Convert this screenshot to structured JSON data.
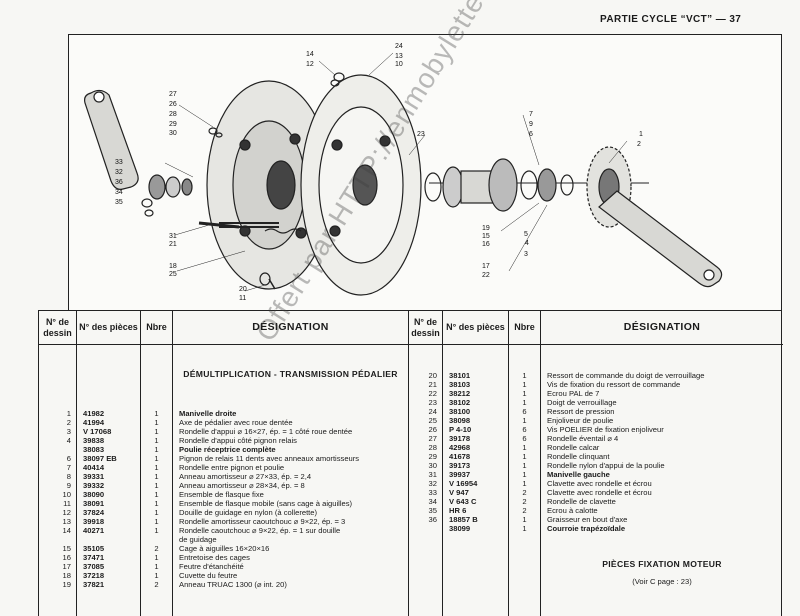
{
  "page_header": "PARTIE CYCLE “VCT” — 37",
  "table": {
    "headers": {
      "dessin": "N° de dessin",
      "pieces": "N° des pièces",
      "nbre": "Nbre",
      "designation": "DÉSIGNATION"
    },
    "left_section_title": "DÉMULTIPLICATION - TRANSMISSION PÉDALIER",
    "left_rows": [
      {
        "ref": "1",
        "num": "41982",
        "qty": "1",
        "des": "Manivelle droite",
        "bold": true
      },
      {
        "ref": "2",
        "num": "41994",
        "qty": "1",
        "des": "Axe de pédalier avec roue dentée"
      },
      {
        "ref": "3",
        "num": "V 17068",
        "qty": "1",
        "des": "Rondelle d'appui ⌀ 16×27, ép. = 1 côté roue dentée"
      },
      {
        "ref": "4",
        "num": "39838",
        "qty": "1",
        "des": "Rondelle d'appui côté pignon relais"
      },
      {
        "ref": "",
        "num": "38083",
        "qty": "1",
        "des": "Poulie réceptrice complète",
        "bold": true
      },
      {
        "ref": "6",
        "num": "38097 EB",
        "qty": "1",
        "des": "Pignon de relais 11 dents avec anneaux amortisseurs"
      },
      {
        "ref": "7",
        "num": "40414",
        "qty": "1",
        "des": "Rondelle entre pignon et poulie"
      },
      {
        "ref": "8",
        "num": "39331",
        "qty": "1",
        "des": "Anneau amortisseur ⌀ 27×33, ép. = 2,4"
      },
      {
        "ref": "9",
        "num": "39332",
        "qty": "1",
        "des": "Anneau amortisseur ⌀ 28×34, ép. = 8"
      },
      {
        "ref": "10",
        "num": "38090",
        "qty": "1",
        "des": "Ensemble de flasque fixe"
      },
      {
        "ref": "11",
        "num": "38091",
        "qty": "1",
        "des": "Ensemble de flasque mobile (sans cage à aiguilles)"
      },
      {
        "ref": "12",
        "num": "37824",
        "qty": "1",
        "des": "Douille de guidage en nylon (à collerette)"
      },
      {
        "ref": "13",
        "num": "39918",
        "qty": "1",
        "des": "Rondelle amortisseur caoutchouc ⌀ 9×22, ép. = 3"
      },
      {
        "ref": "14",
        "num": "40271",
        "qty": "1",
        "des": "Rondelle caoutchouc ⌀ 9×22, ép. = 1 sur douille"
      },
      {
        "ref": "",
        "num": "",
        "qty": "",
        "des": "de guidage"
      },
      {
        "ref": "15",
        "num": "35105",
        "qty": "2",
        "des": "Cage à aiguilles 16×20×16"
      },
      {
        "ref": "16",
        "num": "37471",
        "qty": "1",
        "des": "Entretoise des cages"
      },
      {
        "ref": "17",
        "num": "37085",
        "qty": "1",
        "des": "Feutre d'étanchéité"
      },
      {
        "ref": "18",
        "num": "37218",
        "qty": "1",
        "des": "Cuvette du feutre"
      },
      {
        "ref": "19",
        "num": "37821",
        "qty": "2",
        "des": "Anneau TRUAC 1300 (⌀ int. 20)"
      }
    ],
    "right_rows": [
      {
        "ref": "20",
        "num": "38101",
        "qty": "1",
        "des": "Ressort de commande du doigt de verrouillage"
      },
      {
        "ref": "21",
        "num": "38103",
        "qty": "1",
        "des": "Vis de fixation du ressort de commande"
      },
      {
        "ref": "22",
        "num": "38212",
        "qty": "1",
        "des": "Ecrou PAL de 7"
      },
      {
        "ref": "23",
        "num": "38102",
        "qty": "1",
        "des": "Doigt de verrouillage"
      },
      {
        "ref": "24",
        "num": "38100",
        "qty": "6",
        "des": "Ressort de pression"
      },
      {
        "ref": "25",
        "num": "38098",
        "qty": "1",
        "des": "Enjoliveur de poulie"
      },
      {
        "ref": "26",
        "num": "P 4-10",
        "qty": "6",
        "des": "Vis POELIER de fixation enjoliveur"
      },
      {
        "ref": "27",
        "num": "39178",
        "qty": "6",
        "des": "Rondelle éventail ⌀ 4"
      },
      {
        "ref": "28",
        "num": "42968",
        "qty": "1",
        "des": "Rondelle calcar"
      },
      {
        "ref": "29",
        "num": "41678",
        "qty": "1",
        "des": "Rondelle clinquant"
      },
      {
        "ref": "30",
        "num": "39173",
        "qty": "1",
        "des": "Rondelle nylon d'appui de la poulie"
      },
      {
        "ref": "31",
        "num": "39937",
        "qty": "1",
        "des": "Manivelle gauche",
        "bold": true
      },
      {
        "ref": "32",
        "num": "V 16954",
        "qty": "1",
        "des": "Clavette avec rondelle et écrou"
      },
      {
        "ref": "33",
        "num": "V 947",
        "qty": "2",
        "des": "Clavette avec rondelle et écrou"
      },
      {
        "ref": "34",
        "num": "V 643 C",
        "qty": "2",
        "des": "Rondelle de clavette"
      },
      {
        "ref": "35",
        "num": "HR 6",
        "qty": "2",
        "des": "Ecrou à calotte"
      },
      {
        "ref": "36",
        "num": "18857 B",
        "qty": "1",
        "des": "Graisseur en bout d'axe"
      },
      {
        "ref": "",
        "num": "38099",
        "qty": "1",
        "des": "Courroie trapézoïdale",
        "bold": true
      }
    ],
    "right_section_title": "PIÈCES FIXATION MOTEUR",
    "right_section_note": "(Voir C page : 23)"
  },
  "watermark": "Offert par HTTP://enmobylettefree.fr",
  "drawing_callouts": {
    "c1": "1",
    "c2": "2",
    "c3": "3",
    "c4": "4",
    "c5": "5",
    "c6": "6",
    "c7": "7",
    "c9": "9",
    "c10": "10",
    "c11": "11",
    "c12": "12",
    "c13": "13",
    "c14": "14",
    "c15": "15",
    "c16": "16",
    "c17": "17",
    "c18": "18",
    "c19": "19",
    "c20": "20",
    "c21": "21",
    "c22": "22",
    "c23": "23",
    "c24": "24",
    "c25": "25",
    "c26": "26",
    "c27": "27",
    "c28": "28",
    "c29": "29",
    "c30": "30",
    "c31": "31",
    "c32": "32",
    "c33": "33",
    "c34": "34",
    "c35": "35",
    "c36": "36"
  },
  "colors": {
    "ink": "#1b1b1b",
    "paper": "#f7f7f4",
    "watermark": "#3c3c3c"
  }
}
